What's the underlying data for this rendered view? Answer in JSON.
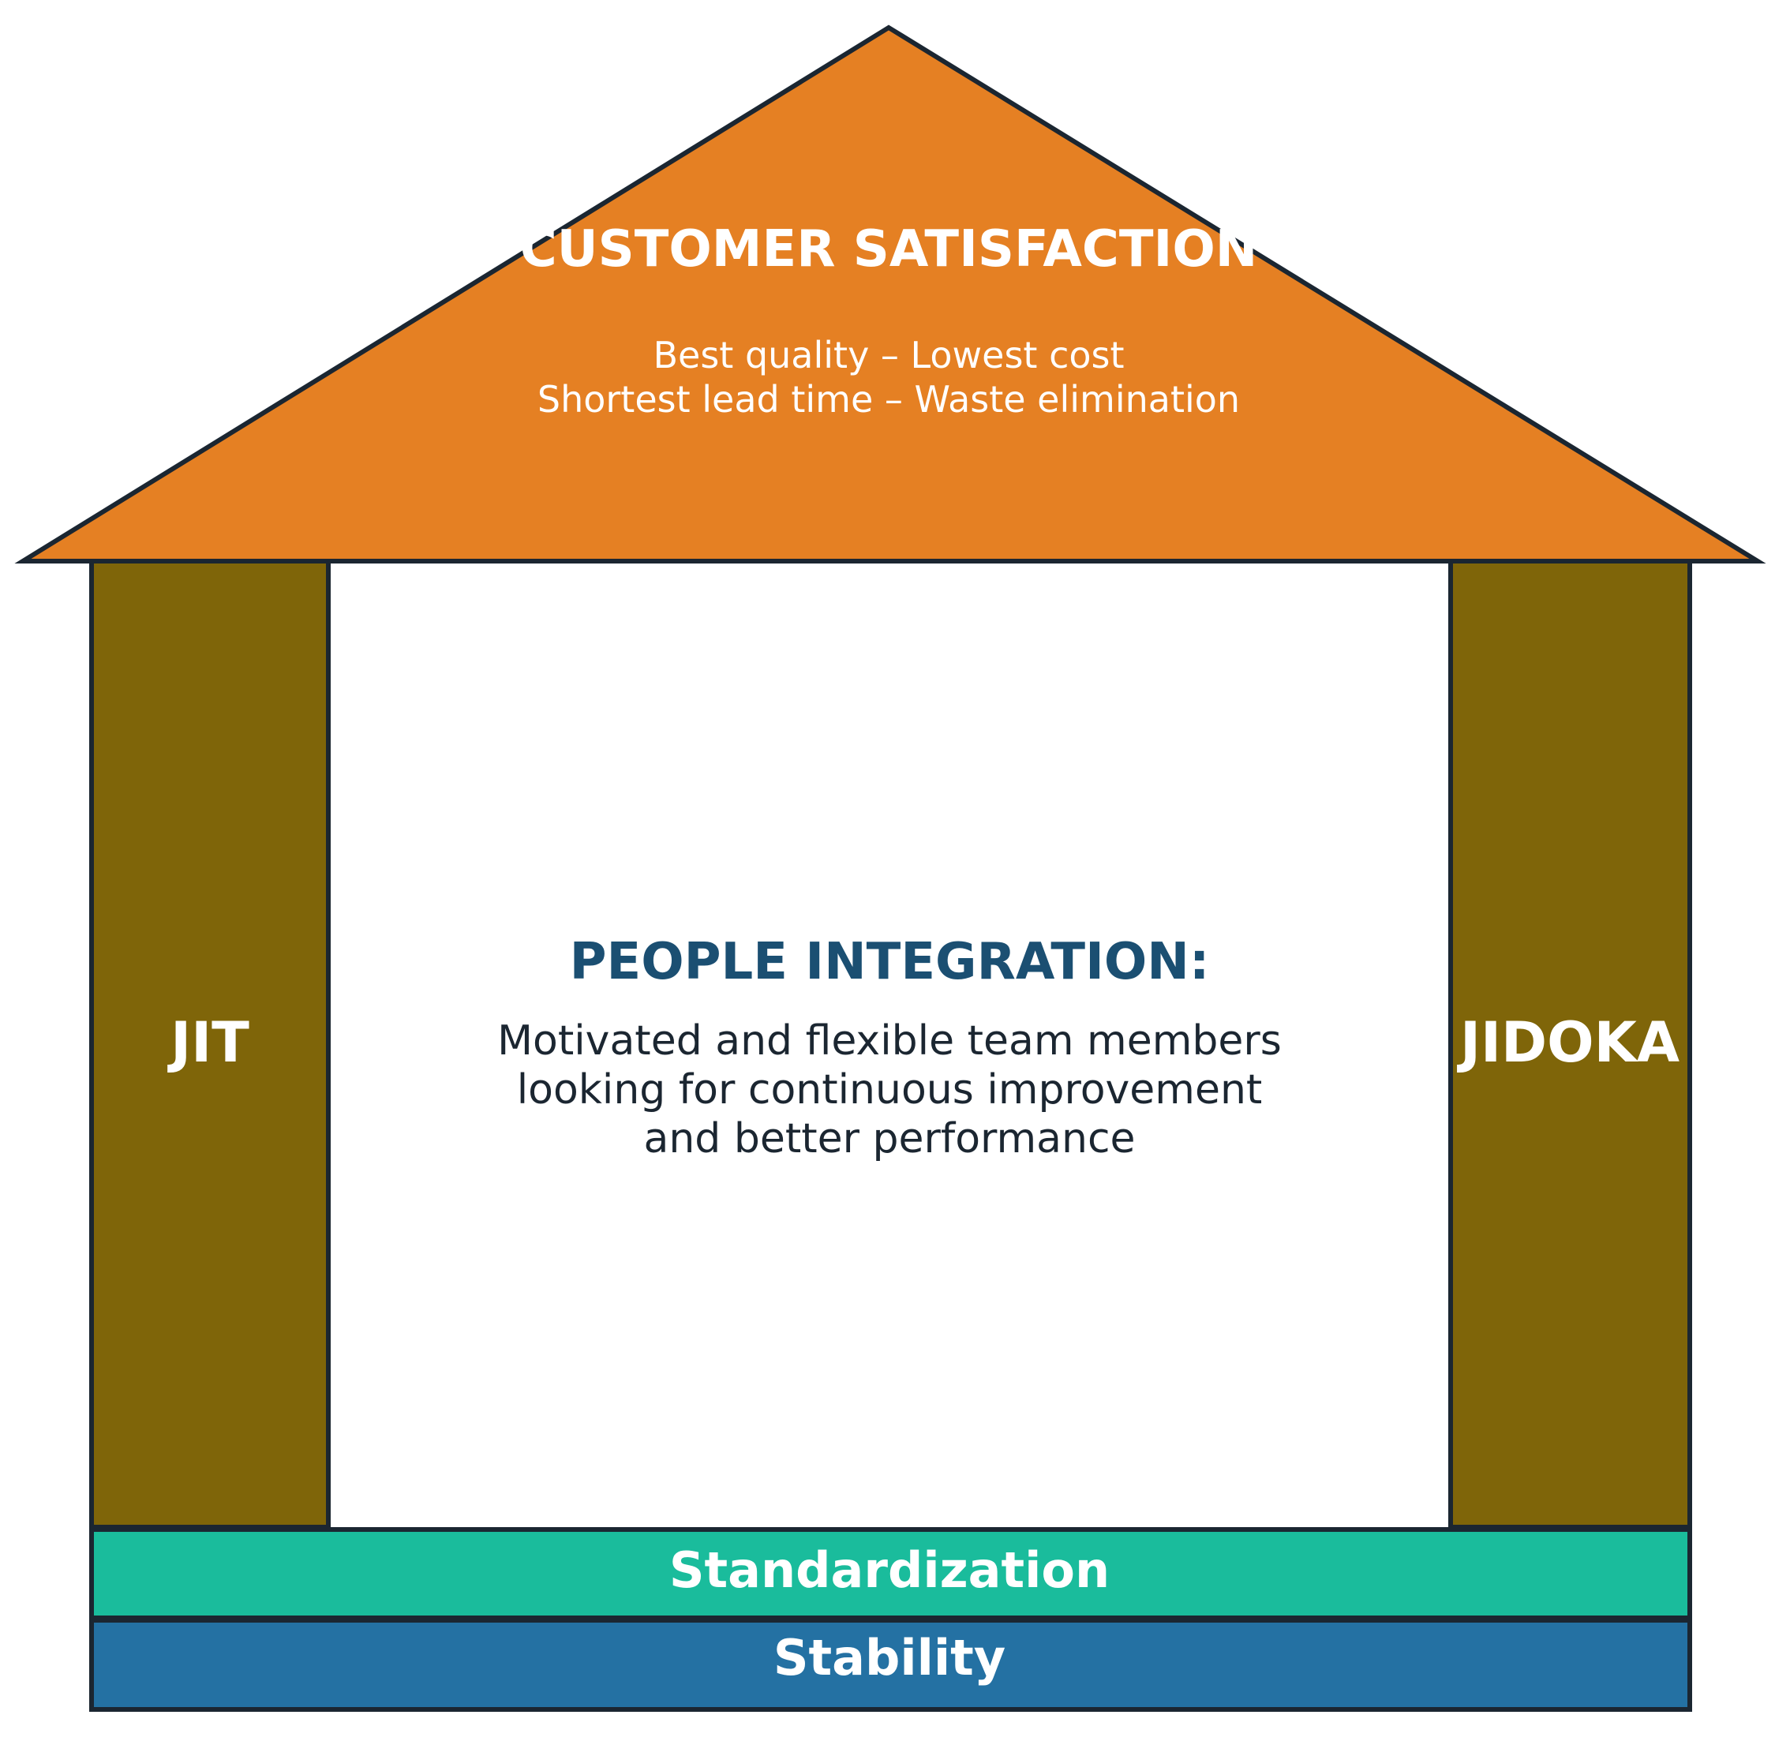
{
  "roof": {
    "title": "CUSTOMER SATISFACTION",
    "line1": "Best quality  –  Lowest cost",
    "line2": "Shortest lead time  –  Waste elimination"
  },
  "center": {
    "title": "PEOPLE INTEGRATION:",
    "line1": "Motivated and flexible team members",
    "line2": "looking for continuous improvement",
    "line3": "and better performance"
  },
  "left_pillar": {
    "label": "JIT"
  },
  "right_pillar": {
    "label": "JIDOKA"
  },
  "foundation": {
    "standardization": "Standardization",
    "stability": "Stability"
  },
  "colors": {
    "roof": "#e58023",
    "pillar": "#7f6509",
    "standardization": "#1abc9c",
    "stability": "#2471a3",
    "outline": "#1b2631",
    "center_title": "#1b4f72",
    "center_text": "#1b2631",
    "label_text": "#ffffff"
  }
}
